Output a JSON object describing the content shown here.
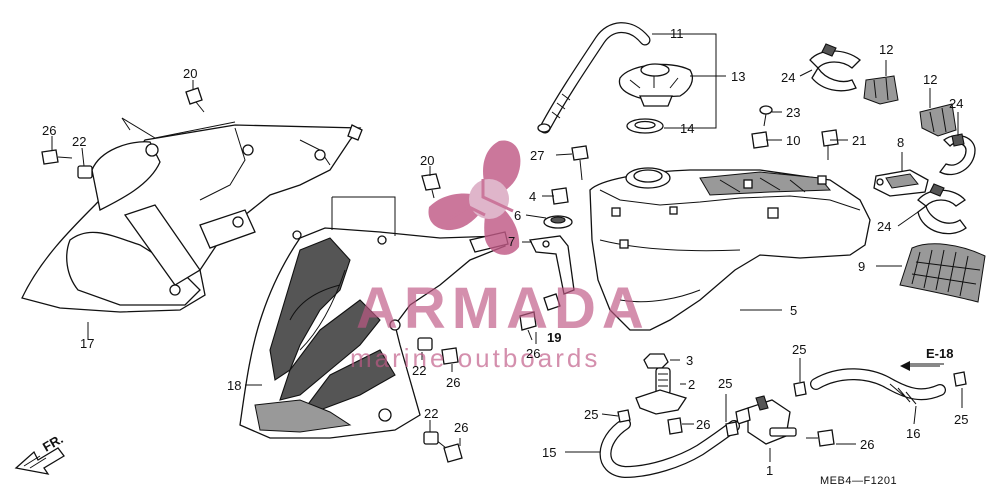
{
  "diagram": {
    "callouts": {
      "c1": "1",
      "c2": "2",
      "c3": "3",
      "c4": "4",
      "c5": "5",
      "c6": "6",
      "c7": "7",
      "c8": "8",
      "c9": "9",
      "c10": "10",
      "c11": "11",
      "c12a": "12",
      "c12b": "12",
      "c13": "13",
      "c14": "14",
      "c15": "15",
      "c16": "16",
      "c17": "17",
      "c18": "18",
      "c19": "19",
      "c20a": "20",
      "c20b": "20",
      "c21": "21",
      "c22a": "22",
      "c22b": "22",
      "c22c": "22",
      "c23": "23",
      "c24a": "24",
      "c24b": "24",
      "c24c": "24",
      "c25a": "25",
      "c25b": "25",
      "c25c": "25",
      "c25d": "25",
      "c26a": "26",
      "c26b": "26",
      "c26c": "26",
      "c26d": "26",
      "c26e": "26",
      "c26f": "26",
      "c27": "27"
    },
    "ref_e18": "E-18",
    "front_marker": "FR.",
    "code": "MEB4—F1201"
  },
  "watermark": {
    "brand": "ARMADA",
    "tagline": "marine outboards",
    "color": "#c05a86"
  }
}
